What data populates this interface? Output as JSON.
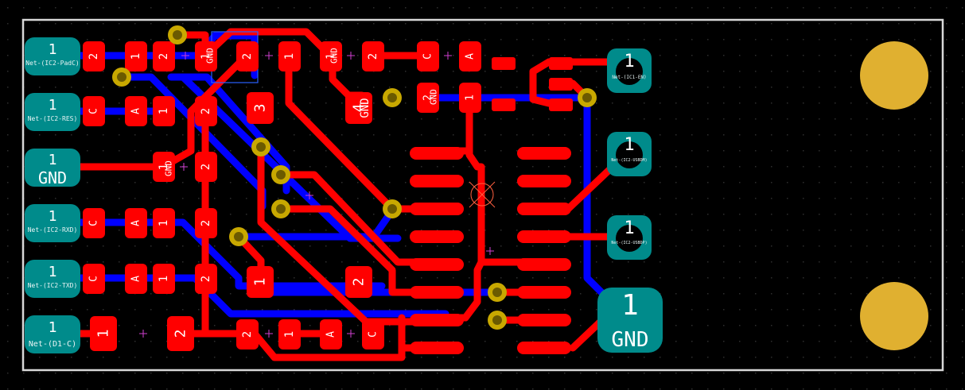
{
  "board": {
    "colors": {
      "background": "#000000",
      "edge": "#d8d8d8",
      "front_copper": "#ff0000",
      "back_copper": "#0000ff",
      "via_ring": "#c8a800",
      "via_hole": "#6b5a00",
      "pad_teal": "#008b8b",
      "mount_hole": "#e0b030",
      "grid_dot": "#333333"
    }
  },
  "connectors": [
    {
      "num": "1",
      "net": "Net-(IC2-PadC)"
    },
    {
      "num": "1",
      "net": "Net-(IC2-RES)"
    },
    {
      "num": "1",
      "net": "GND"
    },
    {
      "num": "1",
      "net": "Net-(IC2-RXD)"
    },
    {
      "num": "1",
      "net": "Net-(IC2-TXD)"
    },
    {
      "num": "1",
      "net": "Net-(D1-C)"
    }
  ],
  "right_connectors": [
    {
      "num": "1",
      "net": "Net-(IC1-EN)"
    },
    {
      "num": "1",
      "net": "Net-(IC2-USBDM)"
    },
    {
      "num": "1",
      "net": "Net-(IC2-USBDP)"
    },
    {
      "num": "1",
      "net": "GND"
    }
  ],
  "pads": {
    "r1_a": "2",
    "r1_b": "1",
    "r1_c": "2",
    "r1_d": "1",
    "r1_gnd": "GND",
    "r1_e": "2",
    "r1_f": "1",
    "r1_g": "1",
    "r1_h": "GND",
    "r1_i": "2",
    "r1_j": "C",
    "r1_k": "A",
    "r2_c": "C",
    "r2_a": "A",
    "r2_1": "1",
    "r2_2": "2",
    "r2_3": "3",
    "r2_4": "4",
    "r2_gnd": "GND",
    "r2_e": "2",
    "r2_gnd2": "GND",
    "r2_f": "1",
    "r3_1": "1",
    "r3_gnd": "GND",
    "r3_2": "2",
    "r4_c": "C",
    "r4_a": "A",
    "r4_1": "1",
    "r4_2": "2",
    "r5_c": "C",
    "r5_a": "A",
    "r5_1": "1",
    "r5_2": "2",
    "r5_m1": "1",
    "r5_m2": "2",
    "r6_1": "1",
    "r6_2": "2",
    "r6_3": "2",
    "r6_4": "1",
    "r6_a": "A",
    "r6_c": "C"
  }
}
